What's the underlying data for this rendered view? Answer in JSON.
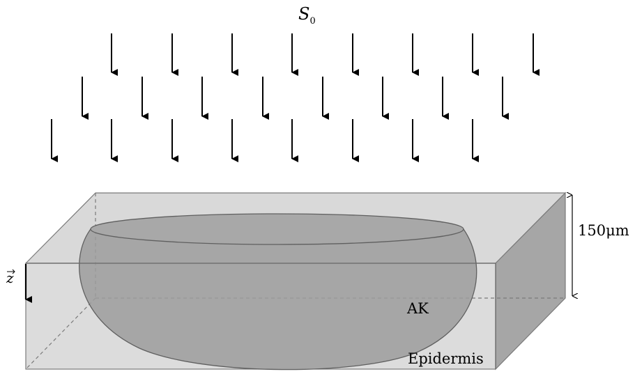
{
  "diagram": {
    "source_label": {
      "symbol": "S",
      "subscript": "0"
    },
    "thickness_label": "150μm",
    "axis_label": "z",
    "lesion_label": "AK",
    "layer_label": "Epidermis",
    "colors": {
      "box_face": "#d9d9d9",
      "box_side": "#a6a6a6",
      "lesion": "#9a9a9a",
      "lesion_top": "#a6a6a6",
      "edges": "#6a6a6a",
      "arrows": "#000000"
    }
  }
}
